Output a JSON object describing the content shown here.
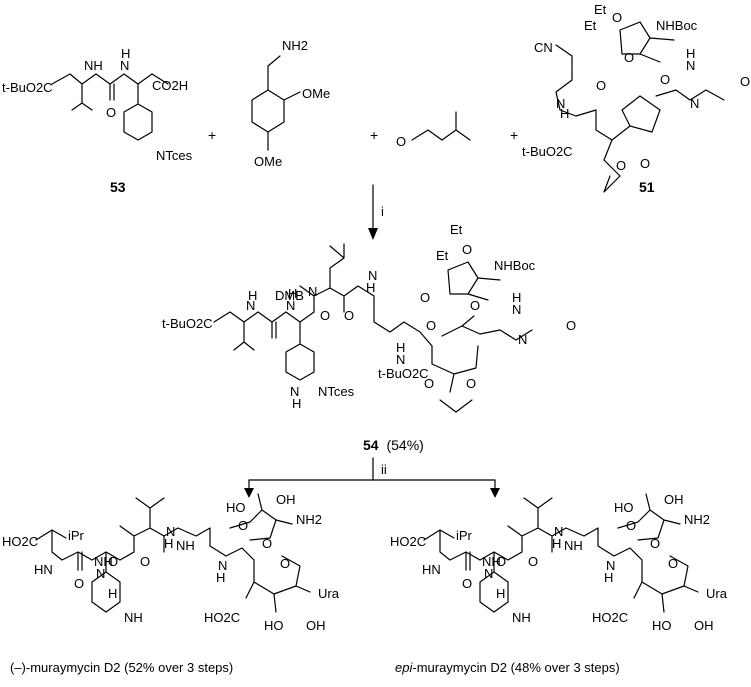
{
  "reactants": {
    "r53": {
      "number": "53",
      "labels": [
        "t-BuO2C",
        "CO2H",
        "NH",
        "N",
        "H",
        "NTces",
        "O"
      ]
    },
    "amine": {
      "labels": [
        "NH2",
        "OMe",
        "OMe"
      ]
    },
    "aldehyde": {
      "labels": [
        "O"
      ]
    },
    "r51": {
      "number": "51",
      "labels": [
        "CN",
        "Et",
        "Et",
        "NHBoc",
        "O",
        "O",
        "O",
        "O",
        "H",
        "N",
        "O",
        "N",
        "H",
        "N",
        "t-BuO2C",
        "O",
        "O"
      ]
    }
  },
  "plus": "+",
  "step1": {
    "reagent": "i"
  },
  "intermediate": {
    "number": "54",
    "yield": "(54%)",
    "labels": [
      "DMB",
      "N",
      "t-BuO2C",
      "H",
      "N",
      "N",
      "H",
      "O",
      "NTces",
      "N",
      "H",
      "H",
      "N",
      "O",
      "Et",
      "Et",
      "NHBoc",
      "O",
      "O",
      "O",
      "O",
      "H",
      "N",
      "O",
      "N",
      "H",
      "N",
      "t-BuO2C",
      "O",
      "O"
    ]
  },
  "step2": {
    "reagent": "ii"
  },
  "products": [
    {
      "name": "(–)-muraymycin D2 (52% over 3 steps)",
      "italic_prefix": "",
      "labels": [
        "HO2C",
        "iPr",
        "HN",
        "O",
        "NH",
        "N",
        "H",
        "NH",
        "O",
        "O",
        "H",
        "N",
        "HO",
        "OH",
        "NH2",
        "O",
        "O",
        "H",
        "N",
        "HO2C",
        "Ura",
        "O",
        "HO",
        "OH",
        "NH"
      ]
    },
    {
      "name": "-muraymycin D2 (48% over 3 steps)",
      "italic_prefix": "epi",
      "labels": [
        "HO2C",
        "iPr",
        "HN",
        "O",
        "NH",
        "N",
        "H",
        "NH",
        "O",
        "O",
        "H",
        "N",
        "HO",
        "OH",
        "NH2",
        "O",
        "O",
        "H",
        "N",
        "HO2C",
        "Ura",
        "O",
        "HO",
        "OH",
        "NH"
      ]
    }
  ]
}
